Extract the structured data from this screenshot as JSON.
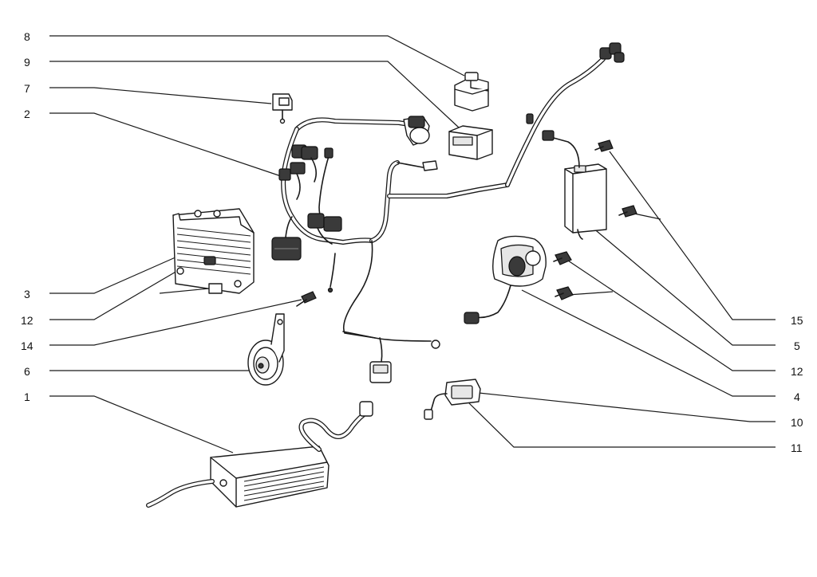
{
  "callouts_left": [
    {
      "id": "8",
      "label": "8"
    },
    {
      "id": "9",
      "label": "9"
    },
    {
      "id": "7",
      "label": "7"
    },
    {
      "id": "2",
      "label": "2"
    },
    {
      "id": "3",
      "label": "3"
    },
    {
      "id": "12",
      "label": "12"
    },
    {
      "id": "14",
      "label": "14"
    },
    {
      "id": "6",
      "label": "6"
    },
    {
      "id": "1",
      "label": "1"
    }
  ],
  "callouts_right": [
    {
      "id": "15",
      "label": "15"
    },
    {
      "id": "5",
      "label": "5"
    },
    {
      "id": "12b",
      "label": "12"
    },
    {
      "id": "4",
      "label": "4"
    },
    {
      "id": "10",
      "label": "10"
    },
    {
      "id": "11",
      "label": "11"
    }
  ],
  "colors": {
    "line": "#1a1a1a",
    "background": "#ffffff",
    "connector_dark": "#3a3a3a",
    "housing_grey": "#e6e6e6"
  }
}
